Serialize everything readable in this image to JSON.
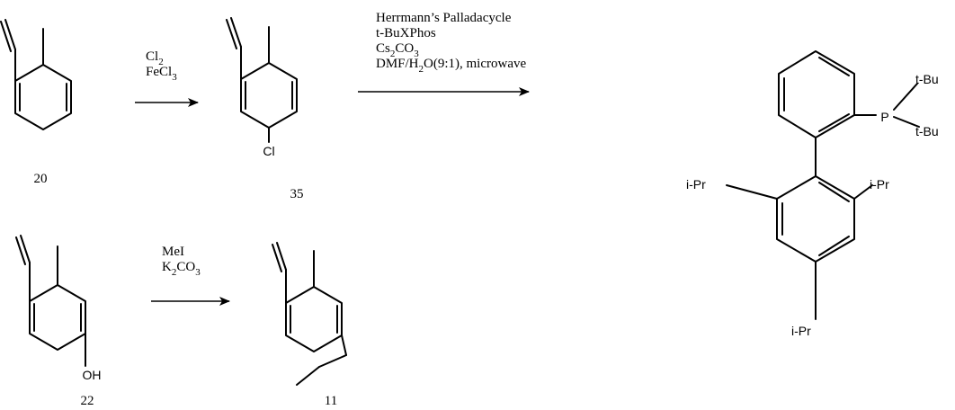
{
  "compounds": {
    "c20": {
      "number": "20"
    },
    "c35": {
      "number": "35",
      "substituent": "Cl"
    },
    "c22": {
      "number": "22",
      "substituent": "OH"
    },
    "c11": {
      "number": "11"
    }
  },
  "reactions": {
    "chlorination": {
      "reagent_1": "Cl",
      "reagent_1_sub": "2",
      "reagent_2": "FeCl",
      "reagent_2_sub": "3"
    },
    "coupling": {
      "line_1": "Herrmann’s Palladacycle",
      "line_2": "t-BuXPhos",
      "line_3_a": "Cs",
      "line_3_sub1": "2",
      "line_3_b": "CO",
      "line_3_sub2": "3",
      "line_4_a": "DMF/H",
      "line_4_sub": "2",
      "line_4_b": "O(9:1), microwave"
    },
    "methylation": {
      "reagent_1": "MeI",
      "reagent_2_a": "K",
      "reagent_2_sub1": "2",
      "reagent_2_b": "CO",
      "reagent_2_sub2": "3"
    }
  },
  "ligand": {
    "phosphorus": "P",
    "group_1": "t-Bu",
    "group_2": "t-Bu",
    "iPr_left": "i-Pr",
    "iPr_right": "i-Pr",
    "iPr_bottom": "i-Pr"
  }
}
